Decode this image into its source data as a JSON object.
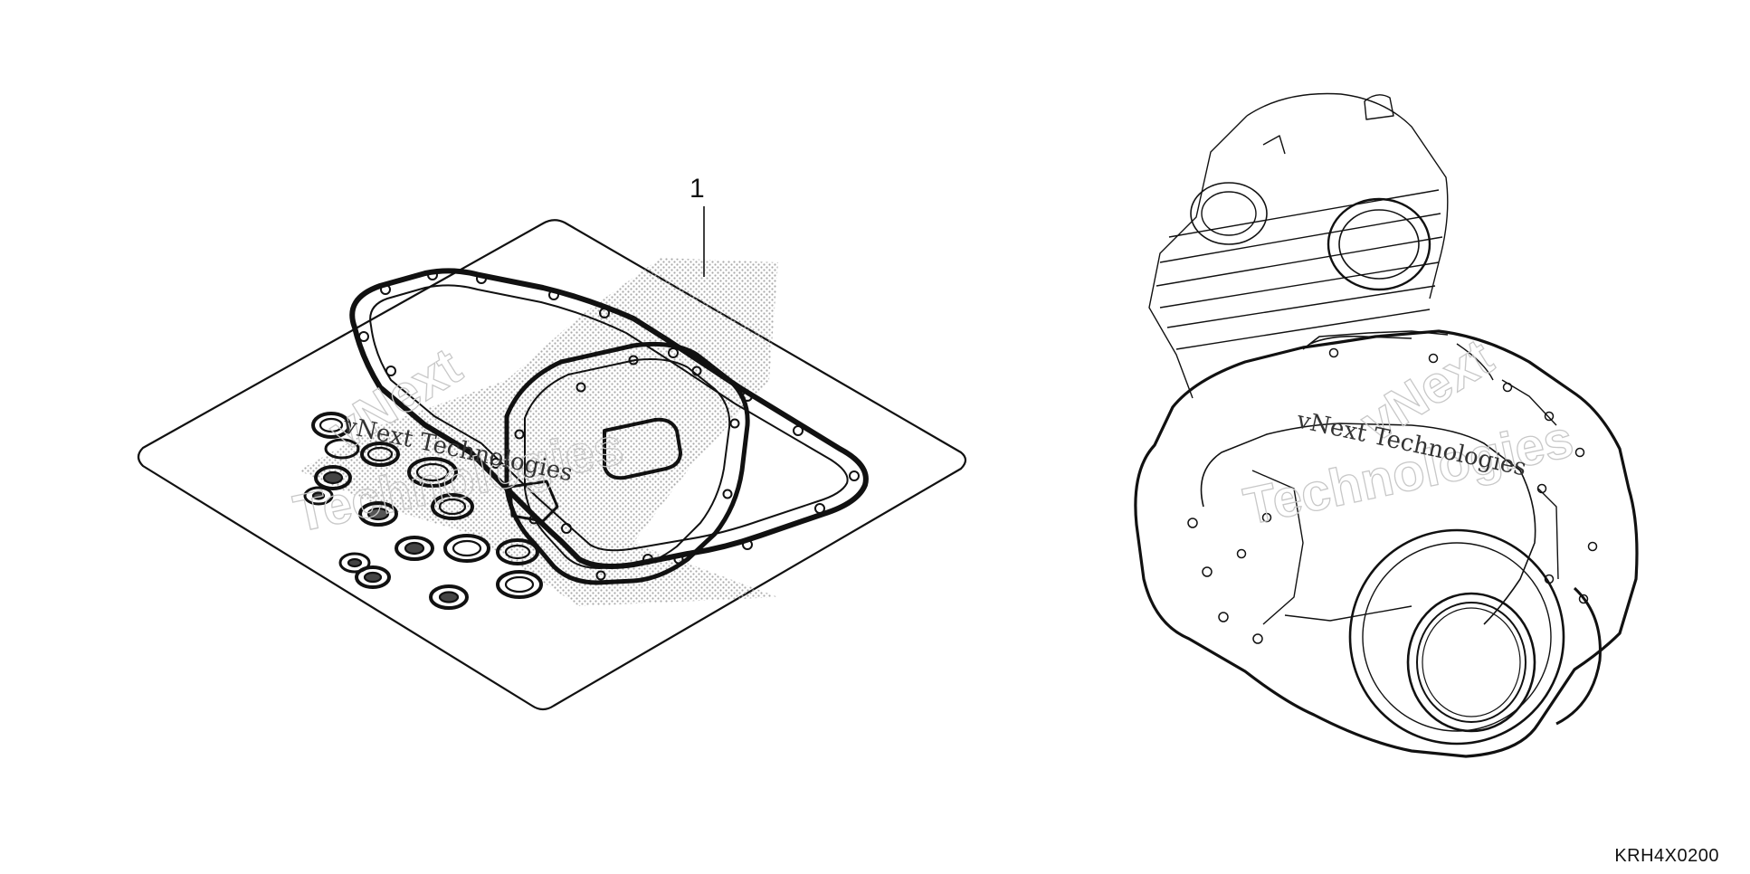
{
  "diagram": {
    "callout": "1",
    "diagram_code": "KRH4X0200",
    "watermark_left": {
      "line1": "vNext",
      "line2": "Technologies",
      "serif": "vNext Technologies"
    },
    "watermark_right": {
      "line1": "vNext",
      "line2": "Technologies",
      "serif": "vNext Technologies"
    },
    "colors": {
      "line": "#111111",
      "stipple": "#9a9a9a",
      "watermark_outline": "#c8c8c8"
    }
  }
}
